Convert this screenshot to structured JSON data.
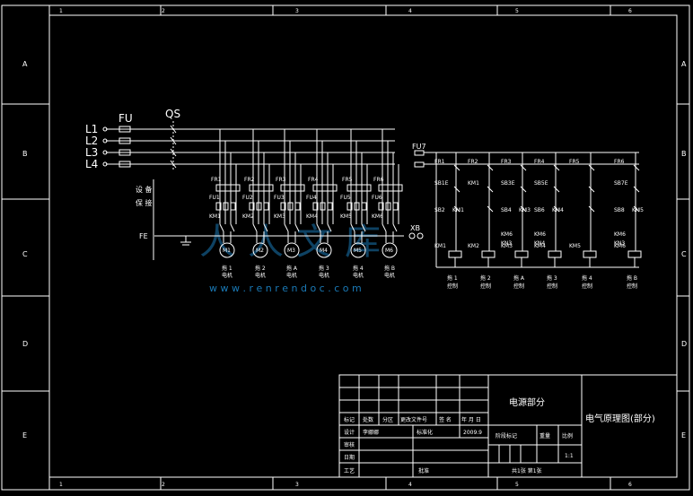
{
  "frame": {
    "columns": [
      "1",
      "2",
      "3",
      "4",
      "5",
      "6"
    ],
    "rows": [
      "A",
      "B",
      "C",
      "D",
      "E"
    ]
  },
  "supply": {
    "lines": [
      "L1",
      "L2",
      "L3",
      "L4"
    ],
    "fuse_label": "FU",
    "switch_label": "QS",
    "fu7": "FU7",
    "fe": "FE",
    "xb": "XB",
    "ground_text": [
      "设 备",
      "保 接"
    ]
  },
  "motors": [
    {
      "fr": "FR1",
      "fu": "FU1",
      "km": "KM1",
      "m": "M1",
      "cap": "拖 1",
      "sub": "电机"
    },
    {
      "fr": "FR2",
      "fu": "FU2",
      "km": "KM2",
      "m": "M2",
      "cap": "拖 2",
      "sub": "电机"
    },
    {
      "fr": "FR3",
      "fu": "FU3",
      "km": "KM3",
      "m": "M3",
      "cap": "拖 A",
      "sub": "电机"
    },
    {
      "fr": "FR4",
      "fu": "FU4",
      "km": "KM4",
      "m": "M4",
      "cap": "拖 3",
      "sub": "电机"
    },
    {
      "fr": "FR5",
      "fu": "FU5",
      "km": "KM5",
      "m": "M5",
      "cap": "拖 4",
      "sub": "电机"
    },
    {
      "fr": "FR6",
      "fu": "FU6",
      "km": "KM6",
      "m": "M6",
      "cap": "拖 B",
      "sub": "电机"
    }
  ],
  "control": {
    "fr": [
      "FR1",
      "FR2",
      "FR3",
      "FR4",
      "FR5",
      "FR6"
    ],
    "sb_top": [
      "SB1E",
      "KM1",
      "SB3E",
      "SB5E",
      "",
      "SB7E"
    ],
    "sb_mid": [
      "SB2",
      "",
      "SB4",
      "SB6",
      "",
      "SB8"
    ],
    "km_mid": [
      "KM1",
      "",
      "KM3",
      "KM4",
      "",
      "KM5"
    ],
    "kn": [
      "",
      "",
      "KM6",
      "KM6",
      "",
      "KM6"
    ],
    "kn2": [
      "",
      "",
      "KN3",
      "KN4",
      "",
      "KN3"
    ],
    "coil": [
      "KM1",
      "KM2",
      "KM3",
      "KM4",
      "KM5",
      "KM6"
    ],
    "caption": [
      "拖 1",
      "拖 2",
      "拖 A",
      "拖 3",
      "拖 4",
      "拖 B"
    ],
    "sub": [
      "控制",
      "控制",
      "控制",
      "控制",
      "控制",
      "控制"
    ]
  },
  "title_block": {
    "section": "电源部分",
    "title": "电气原理图(部分)",
    "headers": [
      "标记",
      "处数",
      "分区",
      "更改文件号",
      "签 名",
      "年 月 日"
    ],
    "design_label": "设计",
    "designer": "李娜娜",
    "std_label": "标准化",
    "date": "2009.9",
    "stage_label": "阶段标记",
    "weight_label": "重量",
    "scale_label": "比例",
    "scale": "1:1",
    "check_label": "审核",
    "date_label": "日期",
    "process_label": "工艺",
    "approve_label": "批准",
    "sheets": "共1张  第1张"
  },
  "watermark": {
    "url": "w w w . r e n r e n d o c . c o m",
    "brand": "人人文库"
  }
}
